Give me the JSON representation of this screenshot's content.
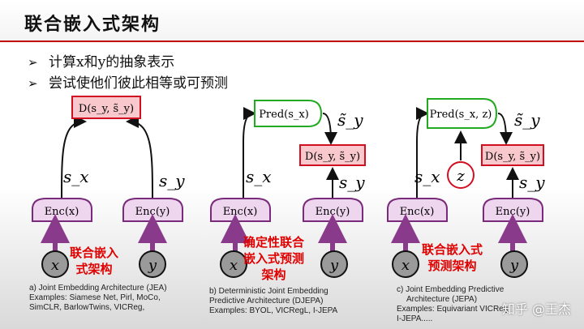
{
  "slide": {
    "title": "联合嵌入式架构",
    "bullets": [
      {
        "marker": "➢",
        "text": "计算x和y的抽象表示"
      },
      {
        "marker": "➢",
        "text": "尝试使他们彼此相等或可预测"
      }
    ]
  },
  "panels": [
    {
      "id": "a",
      "distance_label": "D(s_y, s̃_y)",
      "sx_label": "s_x",
      "sy_label": "s_y",
      "enc_x": "Enc(x)",
      "enc_y": "Enc(y)",
      "x": "x",
      "y": "y",
      "annotation": [
        "联合嵌入",
        "式架构"
      ],
      "caption": [
        "a) Joint Embedding Architecture (JEA)",
        "Examples: Siamese Net, Pirl, MoCo,",
        "SimCLR, BarlowTwins, VICReg,"
      ]
    },
    {
      "id": "b",
      "predictor": "Pred(s_x)",
      "pred_out": "s̃_y",
      "distance_label": "D(s_y, s̃_y)",
      "sx_label": "s_x",
      "sy_label": "s_y",
      "enc_x": "Enc(x)",
      "enc_y": "Enc(y)",
      "x": "x",
      "y": "y",
      "annotation": [
        "确定性联合",
        "嵌入式预测",
        "架构"
      ],
      "caption": [
        "b) Deterministic Joint Embedding",
        "Predictive Architecture (DJEPA)",
        "Examples: BYOL, VICRegL, I-JEPA"
      ]
    },
    {
      "id": "c",
      "predictor": "Pred(s_x, z)",
      "pred_out": "s̃_y",
      "z": "z",
      "distance_label": "D(s_y, s̃_y)",
      "sx_label": "s_x",
      "sy_label": "s_y",
      "enc_x": "Enc(x)",
      "enc_y": "Enc(y)",
      "x": "x",
      "y": "y",
      "annotation": [
        "联合嵌入式",
        "预测架构"
      ],
      "caption": [
        "c) Joint Embedding Predictive",
        "Architecture (JEPA)",
        "Examples: Equivariant VICReg",
        "I-JEPA....."
      ]
    }
  ],
  "watermark": "知乎 @王杰",
  "colors": {
    "title_rule": "#c00000",
    "distance_fill": "#f8c8cc",
    "distance_stroke": "#d01020",
    "predictor_stroke": "#22aa22",
    "encoder_fill": "#efd6ef",
    "encoder_stroke": "#7a2a7a",
    "input_fill": "#9a9a9a",
    "arrow_input": "#8a3a8a",
    "annotation": "#e00000"
  }
}
